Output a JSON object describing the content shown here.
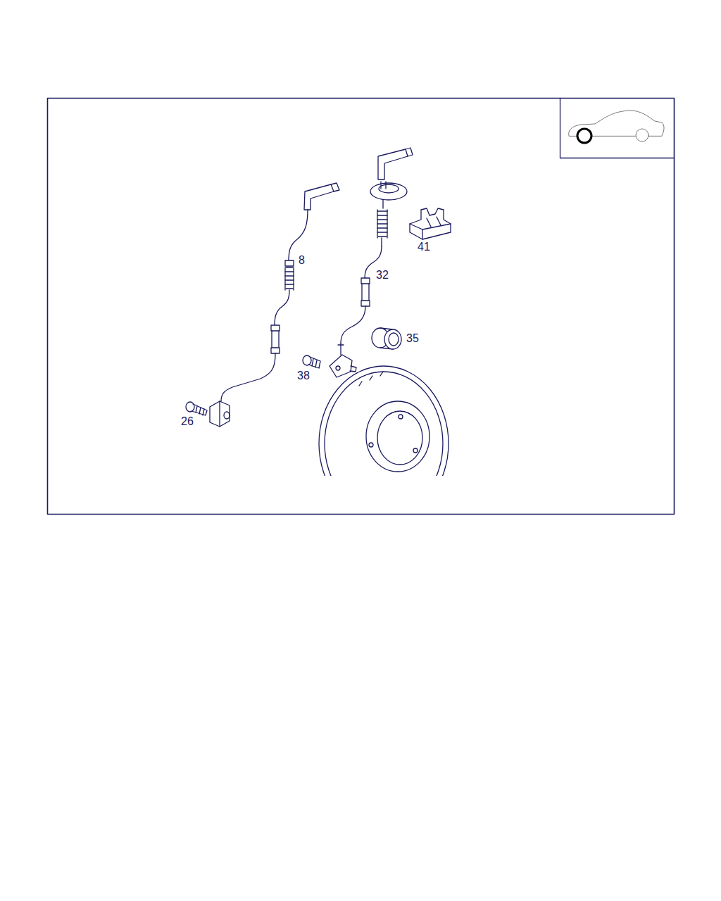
{
  "diagram": {
    "labels": [
      "8",
      "32",
      "41",
      "35",
      "38",
      "26"
    ]
  }
}
